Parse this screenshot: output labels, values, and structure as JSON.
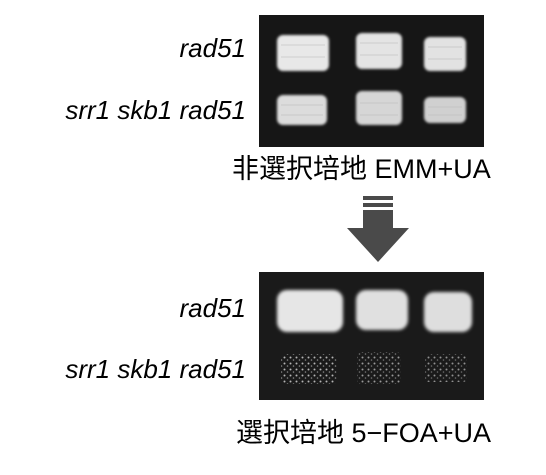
{
  "panels": [
    {
      "rows": [
        {
          "label": "rad51"
        },
        {
          "label": "srr1 skb1 rad51"
        }
      ],
      "medium_label": "非選択培地 EMM+UA"
    },
    {
      "rows": [
        {
          "label": "rad51"
        },
        {
          "label": "srr1 skb1 rad51"
        }
      ],
      "medium_label": "選択培地 5−FOA+UA"
    }
  ],
  "colors": {
    "plate_background": "#161616",
    "colony_dense": "#e6e6e6",
    "arrow": "#4a4a4a"
  },
  "icons": {
    "transition": "down-arrow-icon"
  }
}
